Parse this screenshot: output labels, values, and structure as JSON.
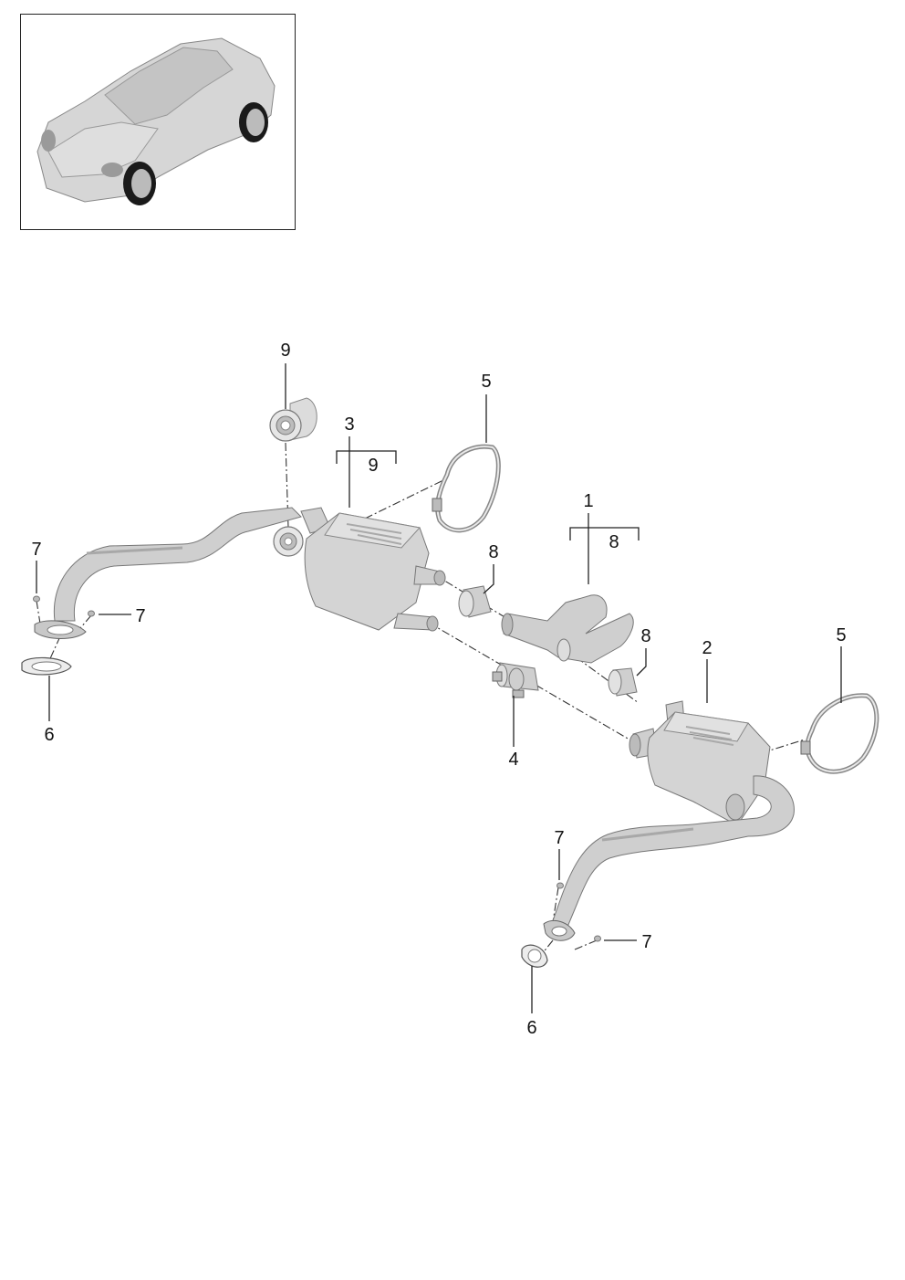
{
  "diagram": {
    "labels": {
      "p1": "1",
      "p1_sub": "8",
      "p2": "2",
      "p3": "3",
      "p3_sub": "9",
      "p4": "4",
      "p5_left": "5",
      "p5_right": "5",
      "p6_left": "6",
      "p6_right": "6",
      "p7_left_top": "7",
      "p7_left_side": "7",
      "p7_right_top": "7",
      "p7_right_side": "7",
      "p8_left": "8",
      "p8_right": "8",
      "p9": "9"
    }
  },
  "colors": {
    "line": "#222222",
    "part_fill": "#d0d0d0"
  }
}
